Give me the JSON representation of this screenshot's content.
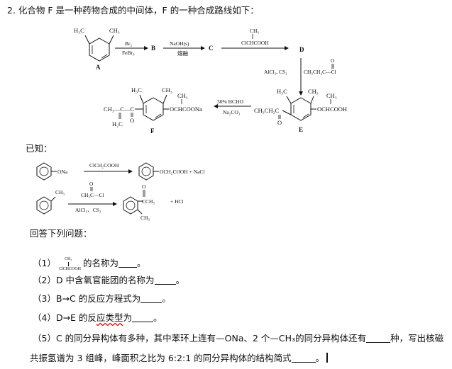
{
  "question": {
    "number": "2.",
    "intro": "化合物 F 是一种药物合成的中间体，F 的一种合成路线如下："
  },
  "scheme": {
    "labels": {
      "A": "A",
      "B": "B",
      "C": "C",
      "D": "D",
      "E": "E",
      "F": "F"
    },
    "reagents": {
      "a_to_b_top": "Br₂",
      "a_to_b_bottom": "FeBr₃",
      "b_to_c_top": "NaOH(s)",
      "b_to_c_bottom": "熔融",
      "c_to_d_reagent": "ClCHCOOH",
      "c_to_d_ch3": "CH₃",
      "d_to_e_left": "AlCl₃, CS₂",
      "d_to_e_right": "CH₃CH₂C—Cl",
      "d_to_e_o": "O",
      "e_to_f_top": "30%  HCHO",
      "e_to_f_bottom": "Na₂CO₃"
    },
    "fragments": {
      "h3c": "H₃C",
      "ch3": "CH₃",
      "e_left": "CH₃CH₂C",
      "e_right": "OCHCOOH",
      "f_left": "CH₃—C—C",
      "f_h2c": "H₂C",
      "f_right": "OCHCOONa",
      "o": "O"
    }
  },
  "known": {
    "label": "已知：",
    "r1_left": "ONa",
    "r1_reagent": "ClCH₂COOH",
    "r1_right": "OCH₂COOH + NaCl",
    "r2_reagent_top": "CH₃C—Cl",
    "r2_reagent_o": "O",
    "r2_reagent_bottom": "AlCl₃、CS₂",
    "r2_ch3": "CH₃",
    "r2_product_group": "CCH₃",
    "r2_product_o": "O",
    "r2_product_ch3": "CH₃",
    "r2_hcl": "+ HCl"
  },
  "answers_intro": "回答下列问题：",
  "sub_questions": {
    "q1_prefix": "（1）",
    "q1_formula_top": "CH₃",
    "q1_formula_bottom": "ClCHCOOH",
    "q1_text": "的名称为",
    "q1_end": "。",
    "q2": "（2）D 中含氧官能团的名称为",
    "q2_end": "。",
    "q3": "（3）B→C 的反应方程式为",
    "q3_end": "。",
    "q4a": "（4）D→E 的反",
    "q4b": "应类型",
    "q4c": "为",
    "q4_end": "。",
    "q5_line1_a": "（5）C 的同分异构体有多种，其中苯环上连有—ONa、2 个—CH₃的同分异构体还有",
    "q5_line1_b": "种，写出核磁",
    "q5_line2_a": "共振氢谱为 3 组峰，峰面积之比为 6:2:1 的同分异构体的结构简式",
    "q5_line2_b": "。"
  }
}
